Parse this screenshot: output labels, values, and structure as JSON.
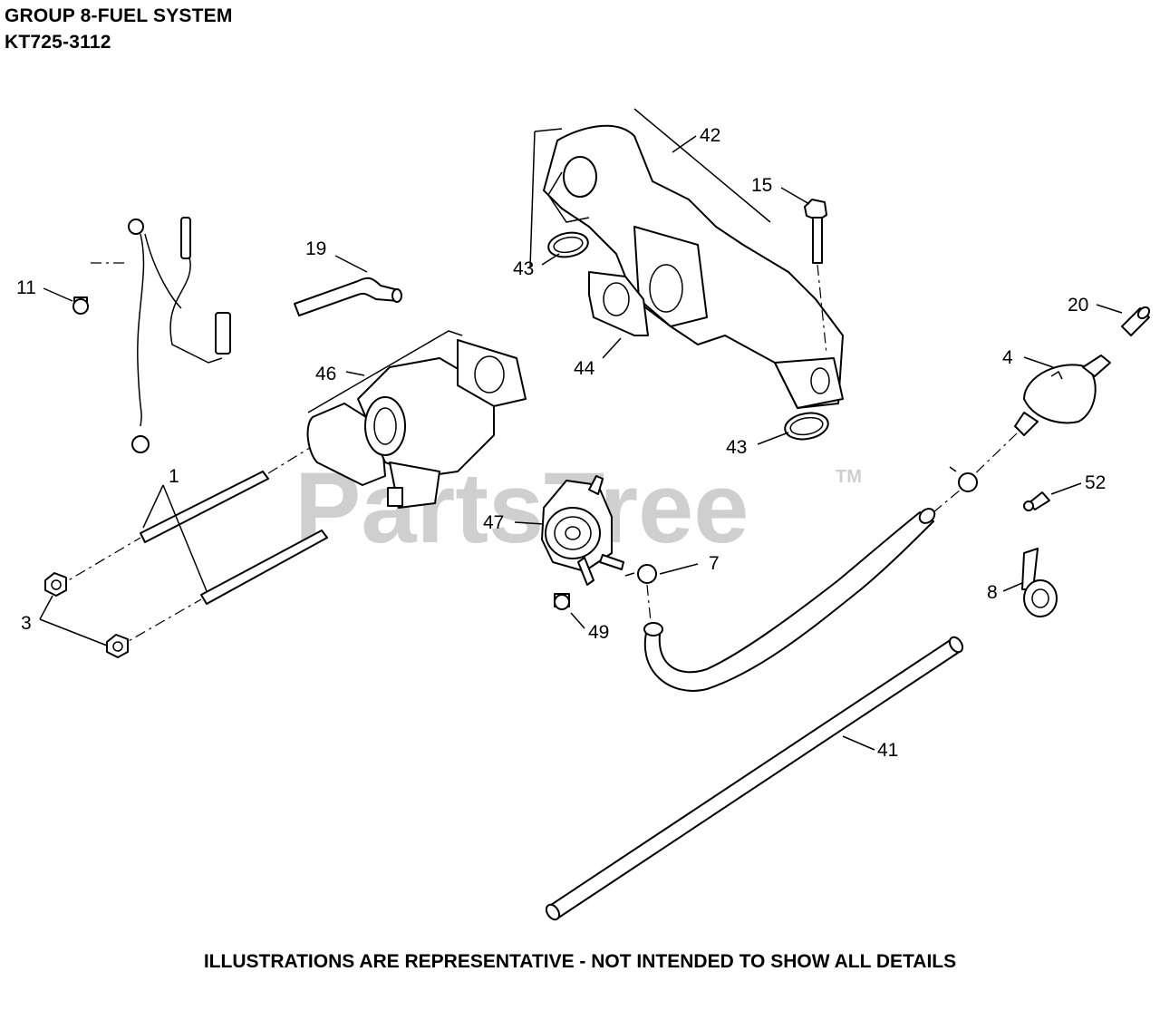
{
  "header": {
    "title": "GROUP 8-FUEL SYSTEM",
    "model": "KT725-3112"
  },
  "watermark": {
    "text": "PartsTree",
    "trademark": "TM"
  },
  "footer": {
    "notice": "ILLUSTRATIONS ARE REPRESENTATIVE - NOT INTENDED TO SHOW ALL DETAILS"
  },
  "callouts": {
    "c1": "1",
    "c3": "3",
    "c4": "4",
    "c7": "7",
    "c8": "8",
    "c11": "11",
    "c15": "15",
    "c19": "19",
    "c20": "20",
    "c41": "41",
    "c42": "42",
    "c43a": "43",
    "c43b": "43",
    "c44": "44",
    "c46": "46",
    "c47": "47",
    "c49": "49",
    "c52": "52"
  }
}
